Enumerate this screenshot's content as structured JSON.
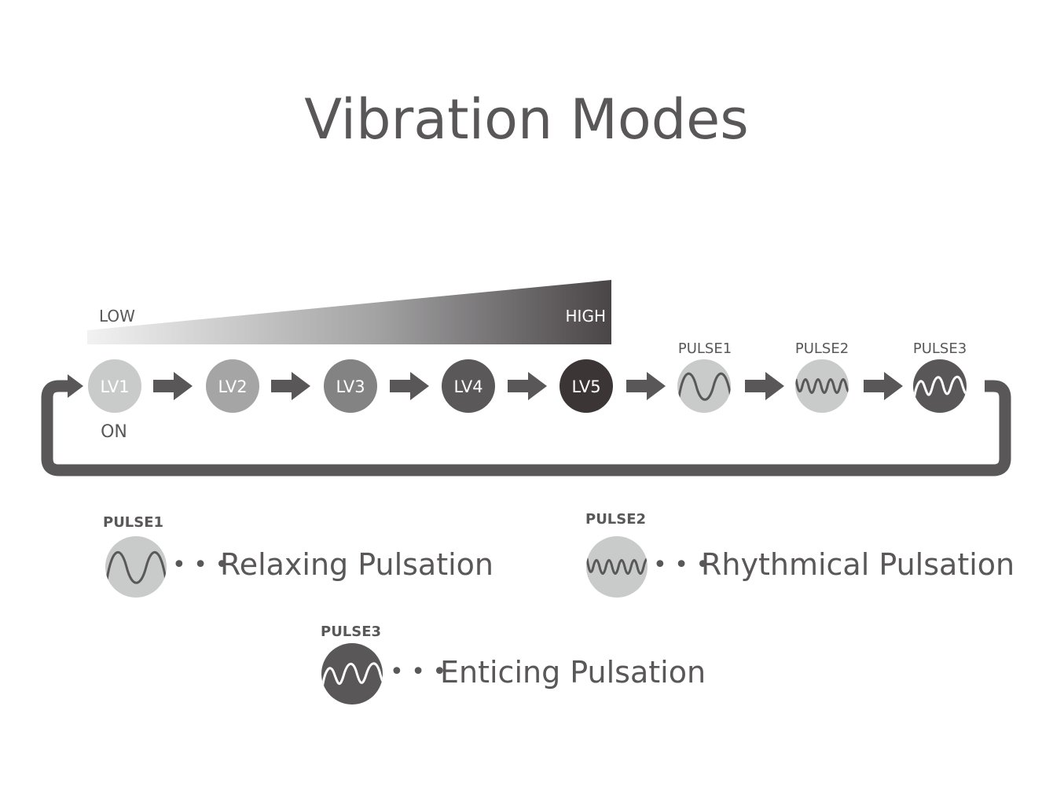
{
  "title": "Vibration Modes",
  "intensity": {
    "low": "LOW",
    "high": "HIGH"
  },
  "on_label": "ON",
  "levels": [
    {
      "label": "LV1",
      "color": "#c9caca"
    },
    {
      "label": "LV2",
      "color": "#a5a5a6"
    },
    {
      "label": "LV3",
      "color": "#838384"
    },
    {
      "label": "LV4",
      "color": "#5a5859"
    },
    {
      "label": "LV5",
      "color": "#3b3536"
    }
  ],
  "pulses": [
    {
      "label": "PULSE1",
      "color": "#c9caca",
      "wave": "relaxing-wave"
    },
    {
      "label": "PULSE2",
      "color": "#c9caca",
      "wave": "rhythmical-wave"
    },
    {
      "label": "PULSE3",
      "color": "#595757",
      "wave": "enticing-wave"
    }
  ],
  "legend": [
    {
      "label": "PULSE1",
      "dots": "• • •",
      "description": "Relaxing Pulsation"
    },
    {
      "label": "PULSE2",
      "dots": "• • •",
      "description": "Rhythmical Pulsation"
    },
    {
      "label": "PULSE3",
      "dots": "• • •",
      "description": "Enticing Pulsation"
    }
  ],
  "colors": {
    "text": "#595757",
    "arrow": "#595757",
    "gradient_start": "#f2f2f2",
    "gradient_end": "#4a4546"
  }
}
